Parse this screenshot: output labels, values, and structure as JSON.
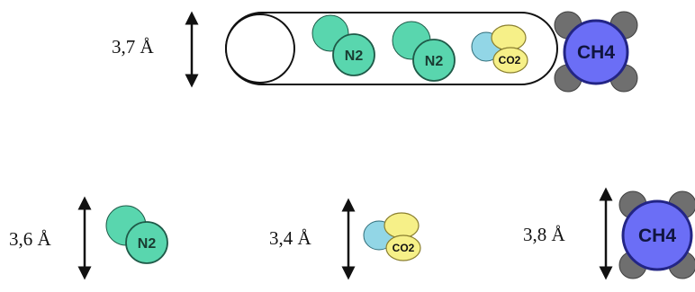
{
  "dimensions": {
    "pore_diameter": "3,7 Å",
    "n2_size": "3,6 Å",
    "co2_size": "3,4 Å",
    "ch4_size": "3,8 Å"
  },
  "molecules": {
    "n2": "N2",
    "co2": "CO2",
    "ch4": "CH4"
  },
  "colors": {
    "n2_fill": "#59d6ae",
    "n2_stroke": "#1f5a48",
    "co2_blue": "#92d6e6",
    "co2_yellow": "#f6f088",
    "ch4_fill": "#6b6ef6",
    "ch4_stroke": "#232585",
    "ch4_hydrogen": "#6f6f6f",
    "pore_outline": "#111111"
  },
  "icons": [
    "double-arrow-icon",
    "n2-molecule-icon",
    "co2-molecule-icon",
    "ch4-molecule-icon",
    "pore-channel-icon"
  ]
}
